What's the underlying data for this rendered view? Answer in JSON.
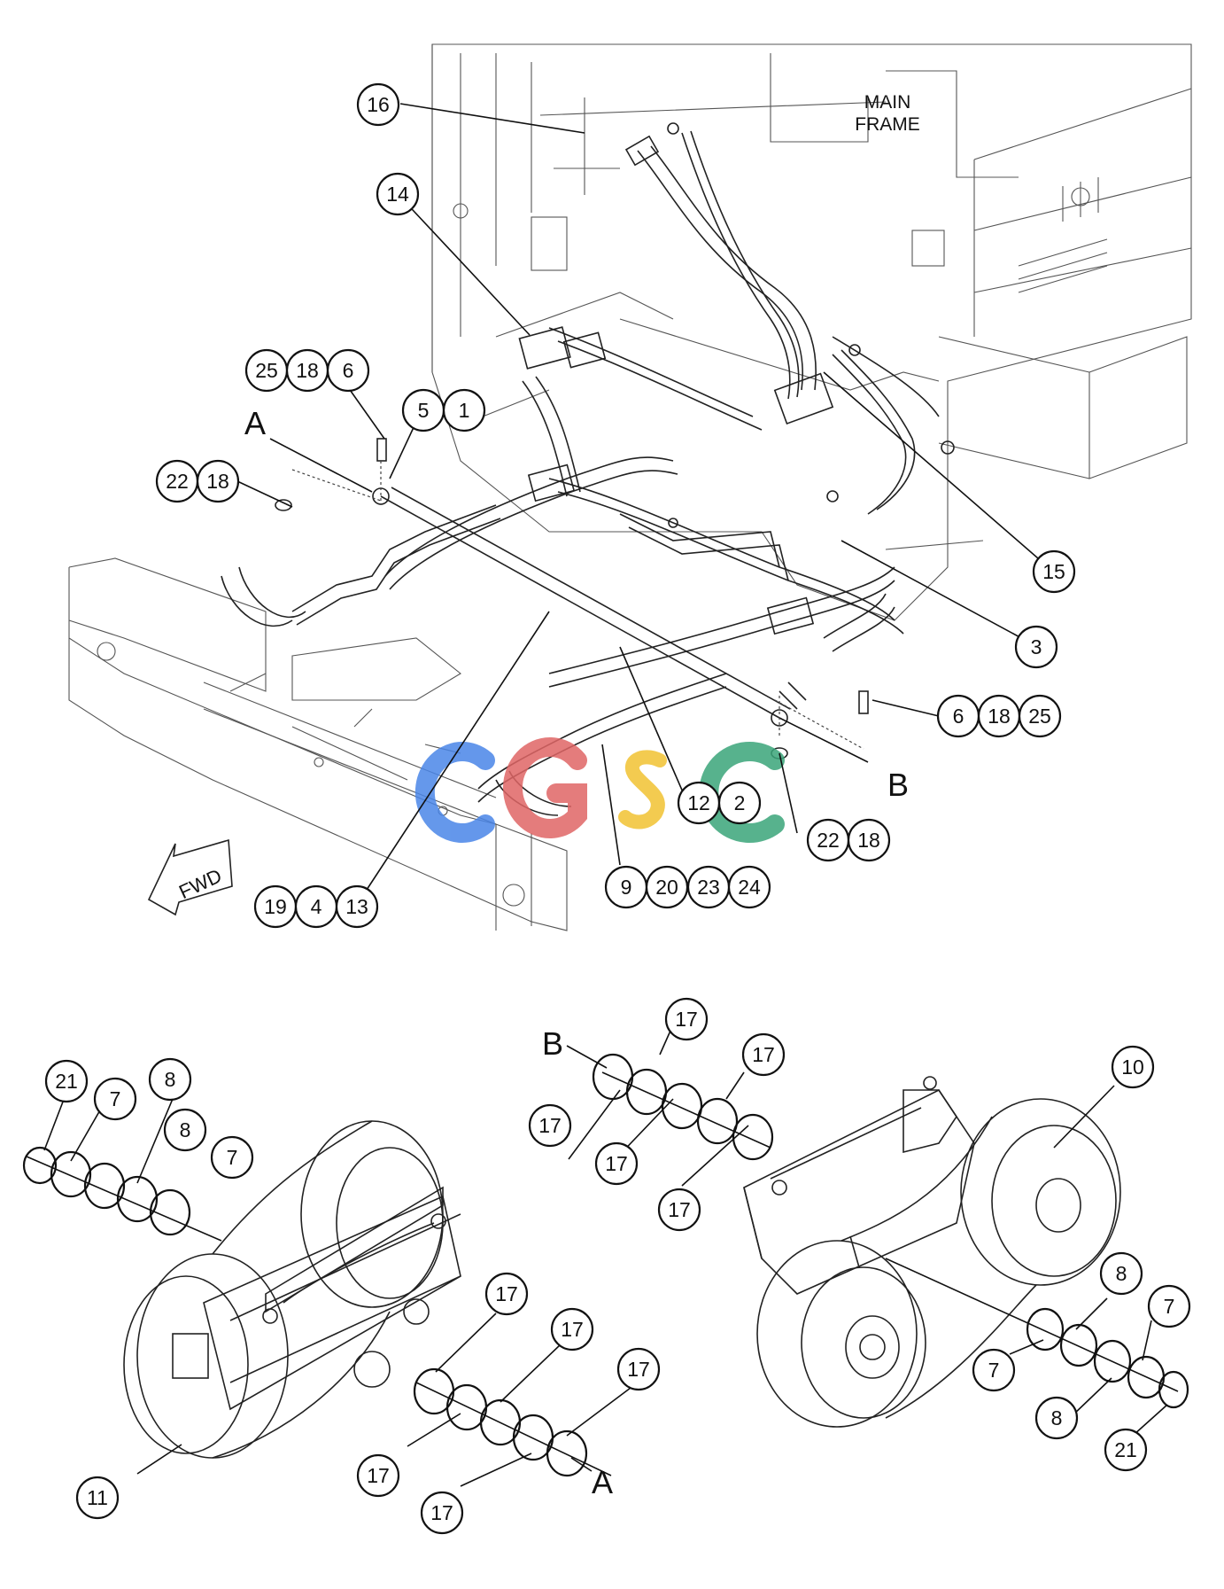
{
  "labels": {
    "main_frame_line1": "MAIN",
    "main_frame_line2": "FRAME",
    "fwd": "FWD",
    "section_a": "A",
    "section_b": "B"
  },
  "watermark": {
    "letters": [
      "C",
      "G",
      "S",
      "C"
    ],
    "colors": [
      "#4a86e8",
      "#e06666",
      "#f1c232",
      "#3aa57a"
    ]
  },
  "callouts": [
    "16",
    "14",
    "25",
    "18",
    "6",
    "5",
    "1",
    "22",
    "18",
    "15",
    "3",
    "6",
    "18",
    "25",
    "12",
    "2",
    "22",
    "18",
    "9",
    "20",
    "23",
    "24",
    "19",
    "4",
    "13",
    "17",
    "17",
    "17",
    "17",
    "17",
    "10",
    "21",
    "7",
    "8",
    "8",
    "7",
    "17",
    "17",
    "17",
    "17",
    "17",
    "11",
    "8",
    "7",
    "7",
    "8",
    "21"
  ]
}
